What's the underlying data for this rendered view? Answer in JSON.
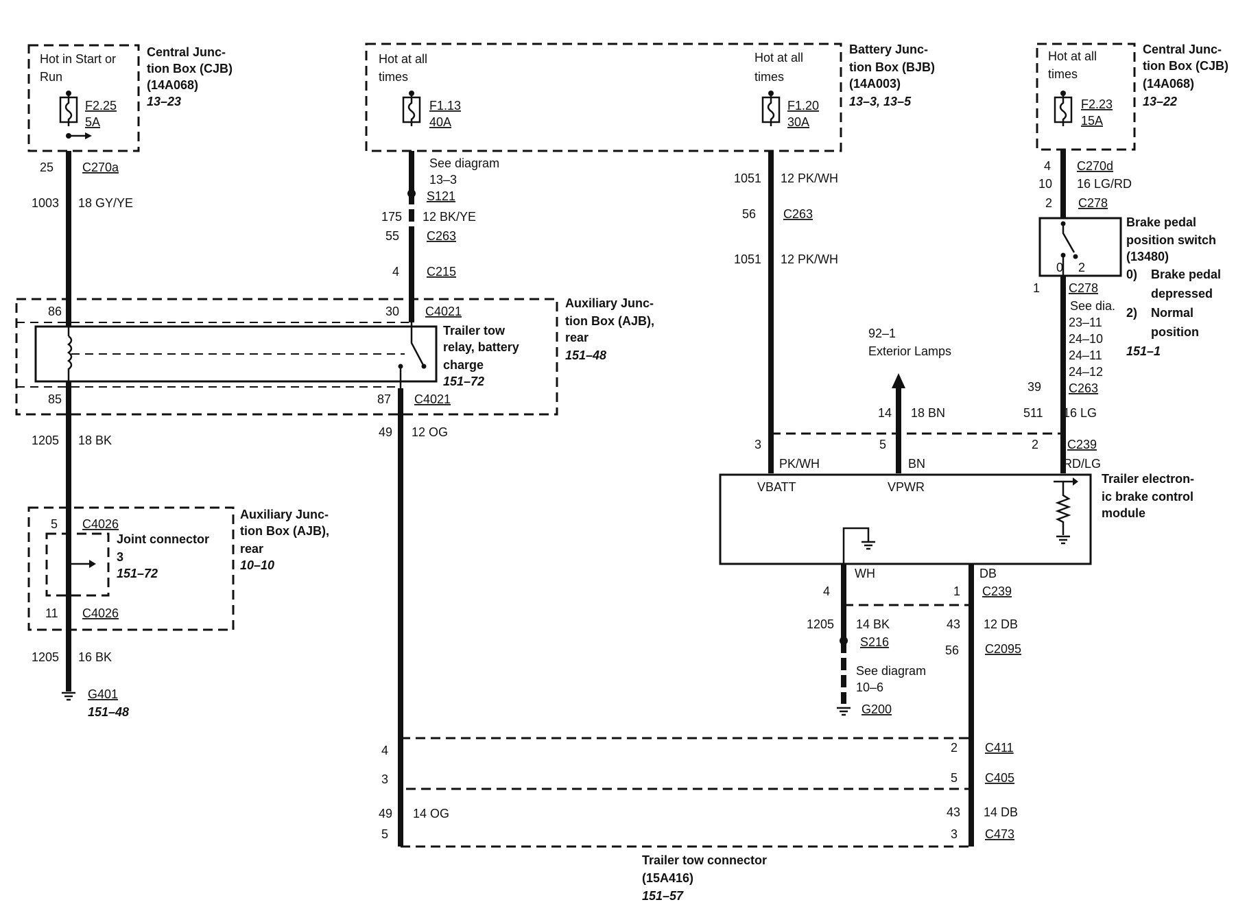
{
  "cjb_left": {
    "hot_label": [
      "Hot in Start or",
      "Run"
    ],
    "fuse_id": "F2.25",
    "fuse_amp": "5A",
    "name": [
      "Central Junc-",
      "tion Box (CJB)",
      "(14A068)"
    ],
    "ref": "13–23"
  },
  "bjb": {
    "hot_label_1": [
      "Hot at all",
      "times"
    ],
    "fuse1_id": "F1.13",
    "fuse1_amp": "40A",
    "hot_label_2": [
      "Hot at all",
      "times"
    ],
    "fuse2_id": "F1.20",
    "fuse2_amp": "30A",
    "name": [
      "Battery Junc-",
      "tion Box (BJB)",
      "(14A003)"
    ],
    "ref": "13–3, 13–5"
  },
  "cjb_right": {
    "hot_label": [
      "Hot at all",
      "times"
    ],
    "fuse_id": "F2.23",
    "fuse_amp": "15A",
    "name": [
      "Central Junc-",
      "tion Box (CJB)",
      "(14A068)"
    ],
    "ref": "13–22"
  },
  "left_wire": {
    "pin_top": "25",
    "conn_top": "C270a",
    "circuit": "1003",
    "wire": "18 GY/YE",
    "pin_86": "86",
    "pin_85": "85",
    "circuit_2": "1205",
    "wire_2": "18 BK",
    "pin_5": "5",
    "conn_5": "C4026",
    "pin_11": "11",
    "conn_11": "C4026",
    "circuit_3": "1205",
    "wire_3": "16 BK",
    "ground": "G401",
    "ground_ref": "151–48"
  },
  "joint_connector": {
    "name": [
      "Joint connector",
      "3"
    ],
    "ref": "151–72"
  },
  "ajb_lower": {
    "name": [
      "Auxiliary Junc-",
      "tion Box (AJB),",
      "rear"
    ],
    "ref": "10–10"
  },
  "relay": {
    "name": [
      "Trailer tow",
      "relay, battery",
      "charge"
    ],
    "ref": "151–72"
  },
  "ajb_upper": {
    "name": [
      "Auxiliary Junc-",
      "tion Box (AJB),",
      "rear"
    ],
    "ref": "151–48"
  },
  "mid_wire": {
    "see_diagram": "See diagram",
    "see_ref": "13–3",
    "splice": "S121",
    "circuit": "175",
    "wire": "12 BK/YE",
    "pin_55": "55",
    "conn_263": "C263",
    "pin_4": "4",
    "conn_215": "C215",
    "pin_30": "30",
    "conn_4021a": "C4021",
    "pin_87": "87",
    "conn_4021b": "C4021",
    "circuit_2": "49",
    "wire_2": "12 OG"
  },
  "bjb_wire": {
    "circuit": "1051",
    "wire": "12 PK/WH",
    "pin_56": "56",
    "conn_263": "C263",
    "circuit_2": "1051",
    "wire_2": "12 PK/WH"
  },
  "exterior": {
    "ref": "92–1",
    "label": "Exterior Lamps",
    "circuit": "14",
    "wire": "18 BN"
  },
  "brake_switch": {
    "pin_4": "4",
    "conn_270d": "C270d",
    "circuit": "10",
    "wire": "16 LG/RD",
    "pin_2": "2",
    "conn_278a": "C278",
    "pos_0": "0",
    "pos_2": "2",
    "name": [
      "Brake pedal",
      "position switch",
      "(13480)"
    ],
    "legend_0_key": "0)",
    "legend_0": [
      "Brake pedal",
      "depressed"
    ],
    "legend_2_key": "2)",
    "legend_2": [
      "Normal",
      "position"
    ],
    "ref": "151–1",
    "pin_1": "1",
    "conn_278b": "C278",
    "see_dia": "See dia.",
    "see_refs": [
      "23–11",
      "24–10",
      "24–11",
      "24–12"
    ],
    "pin_39": "39",
    "conn_263": "C263",
    "circuit_2": "511",
    "wire_2": "16 LG"
  },
  "module": {
    "pin_3": "3",
    "pin_5": "5",
    "pin_2": "2",
    "conn_239": "C239",
    "pk_wh": "PK/WH",
    "bn": "BN",
    "rd_lg": "RD/LG",
    "vbatt": "VBATT",
    "vpwr": "VPWR",
    "name": [
      "Trailer electron-",
      "ic brake control",
      "module"
    ],
    "wh": "WH",
    "db": "DB",
    "pin_4": "4",
    "pin_1": "1",
    "conn_239b": "C239"
  },
  "lower_right": {
    "circuit_1205": "1205",
    "wire_14bk": "14 BK",
    "splice": "S216",
    "see_diagram": "See diagram",
    "see_ref": "10–6",
    "ground": "G200",
    "circuit_43": "43",
    "wire_12db": "12 DB",
    "pin_56": "56",
    "conn_2095": "C2095"
  },
  "trailer_connector": {
    "pin_l4": "4",
    "pin_l3": "3",
    "pin_r2": "2",
    "conn_411": "C411",
    "pin_r5": "5",
    "conn_405": "C405",
    "circuit_49": "49",
    "wire_14og": "14 OG",
    "circuit_43": "43",
    "wire_14db": "14 DB",
    "pin_l5": "5",
    "pin_r3": "3",
    "conn_473": "C473",
    "name": [
      "Trailer tow connector",
      "(15A416)"
    ],
    "ref": "151–57"
  }
}
